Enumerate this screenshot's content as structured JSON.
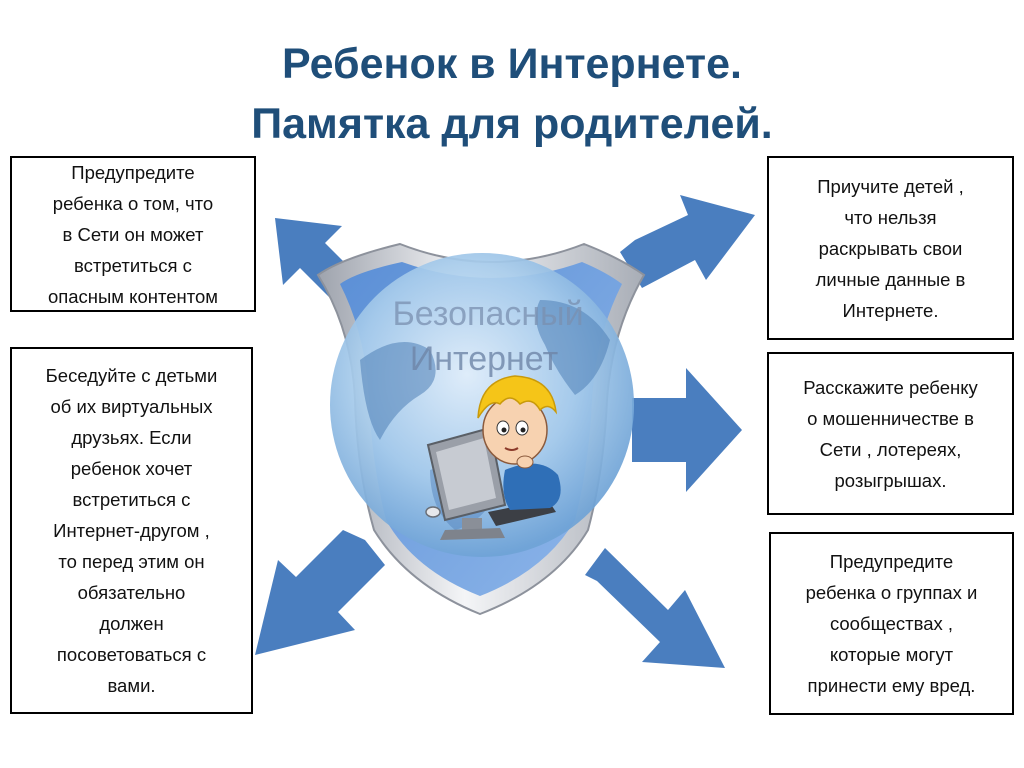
{
  "title": {
    "line1": "Ребенок в Интернете.",
    "line2": "Памятка для родителей."
  },
  "shield": {
    "line1": "Безопасный",
    "line2": "Интернет"
  },
  "notes": [
    {
      "text": "Предупредите\nребенка о том, что\nв Сети он может\nвстретиться с\nопасным контентом"
    },
    {
      "text": "Беседуйте с детьми\nоб их виртуальных\nдрузьях. Если\nребенок хочет\nвстретиться с\nИнтернет-другом ,\nто перед этим он\nобязательно\nдолжен\nпосоветоваться с\nвами."
    },
    {
      "text": "Приучите детей ,\nчто нельзя\nраскрывать свои\nличные данные в\nИнтернете."
    },
    {
      "text": "Расскажите ребенку\nо мошенничестве в\nСети , лотереях,\nрозыгрышах."
    },
    {
      "text": "Предупредите\nребенка о группах и\nсообществах ,\nкоторые могут\nпринести ему вред."
    }
  ],
  "colors": {
    "title": "#1f4e79",
    "arrow": "#4a7ebf",
    "shield": "#7ba7e0",
    "shield_rim": "#c0c0c8"
  },
  "icons": [
    "shield-icon",
    "globe-icon",
    "child-at-computer-icon",
    "arrow-icon"
  ]
}
